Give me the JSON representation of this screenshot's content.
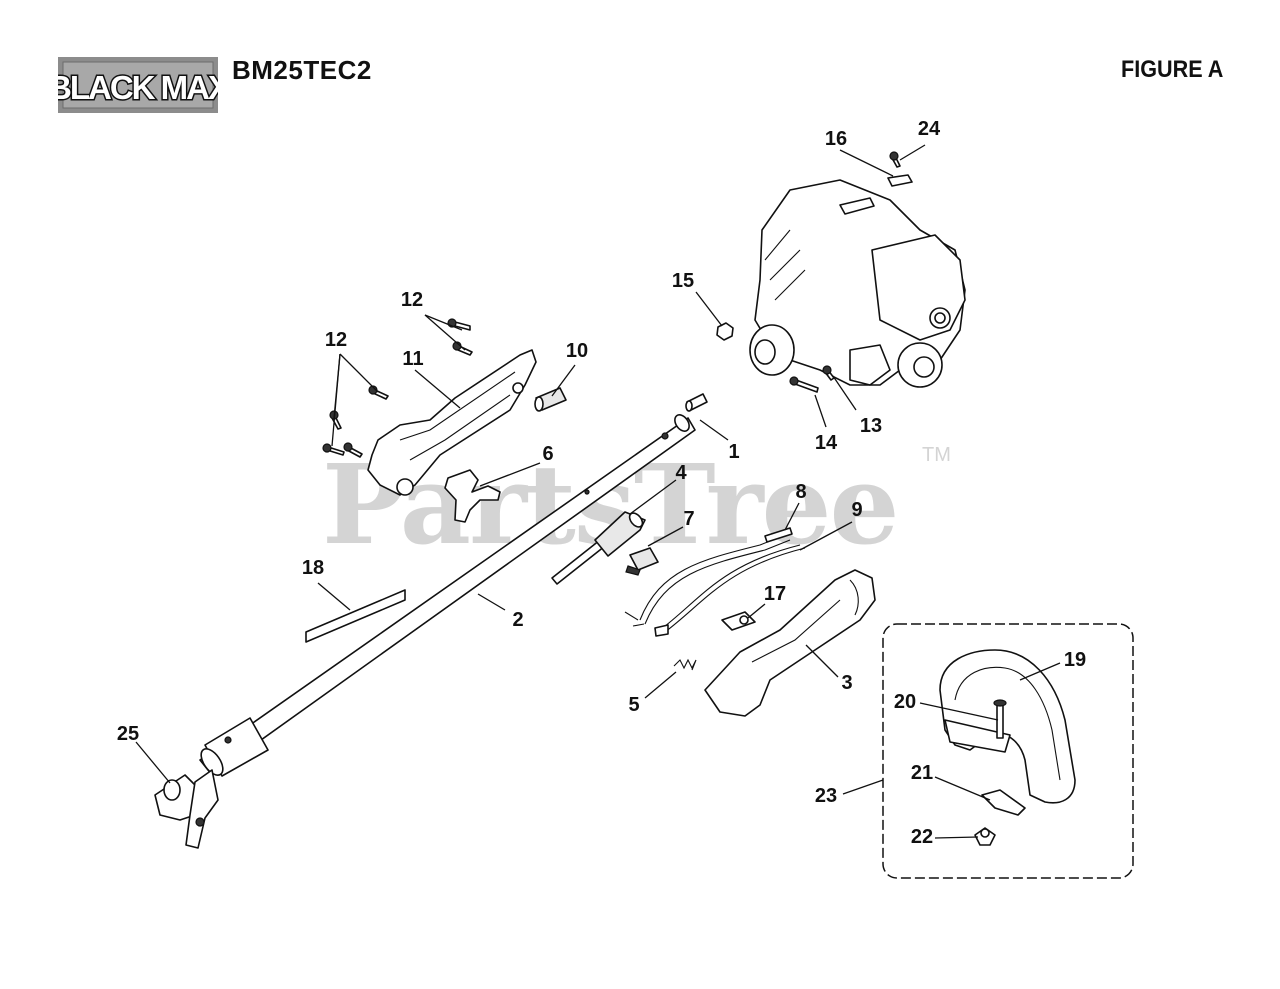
{
  "brand": {
    "logo_text": "BLACK MAX",
    "accent_colors": [
      "#8c8c8c",
      "#111111",
      "#ffffff"
    ]
  },
  "header": {
    "model": "BM25TEC2",
    "figure_label": "FIGURE A"
  },
  "watermark": {
    "text": "PartsTree",
    "tm": "TM",
    "color": "#d4d4d4"
  },
  "callouts": {
    "c1": "1",
    "c2": "2",
    "c3": "3",
    "c4": "4",
    "c5": "5",
    "c6": "6",
    "c7": "7",
    "c8": "8",
    "c9": "9",
    "c10": "10",
    "c11": "11",
    "c12a": "12",
    "c12b": "12",
    "c13": "13",
    "c14": "14",
    "c15": "15",
    "c16": "16",
    "c17": "17",
    "c18": "18",
    "c19": "19",
    "c20": "20",
    "c21": "21",
    "c22": "22",
    "c23": "23",
    "c24": "24",
    "c25": "25"
  }
}
